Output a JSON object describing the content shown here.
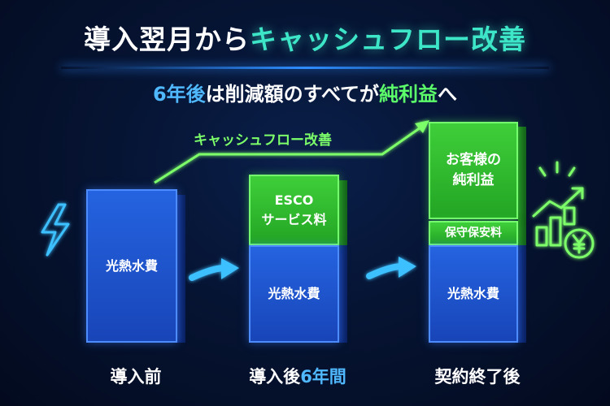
{
  "title": {
    "prefix": "導入翌月から",
    "highlight": "キャッシュフロー改善"
  },
  "subtitle": {
    "part1": "6年後",
    "part2": "は削減額のすべてが",
    "part3": "純利益",
    "part4": "へ"
  },
  "trend_label": "キャッシュフロー改善",
  "columns": [
    {
      "label": "導入前",
      "bar": "光熱水費"
    },
    {
      "label_prefix": "導入後",
      "label_highlight": "6年間",
      "top": "ESCOサービス料",
      "top_line1": "ESCO",
      "top_line2": "サービス料",
      "bar": "光熱水費"
    },
    {
      "label": "契約終了後",
      "top_line1": "お客様の",
      "top_line2": "純利益",
      "middle": "保守保安料",
      "bar": "光熱水費"
    }
  ],
  "icons": [
    "lightning-icon",
    "arrow-right-icon",
    "growth-chart-yen-icon"
  ],
  "colors": {
    "accent_blue": "#2563e0",
    "accent_green": "#3fcf3a",
    "title_highlight": "#3ee6c8"
  }
}
